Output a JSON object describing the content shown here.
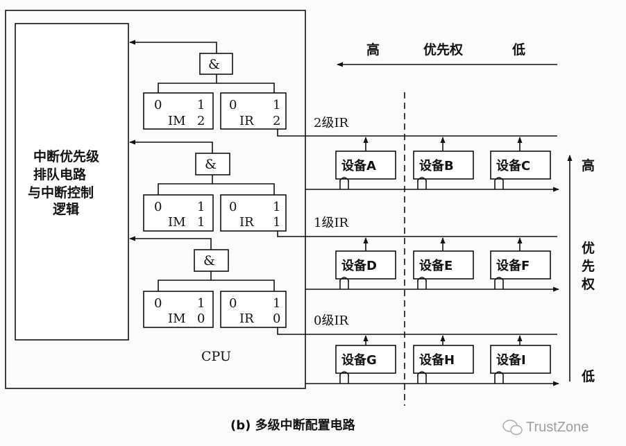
{
  "cpu": {
    "label": "CPU",
    "logic_lines": [
      "中断优先级",
      "排队电路",
      "与中断控制",
      "逻辑"
    ]
  },
  "gates": [
    {
      "symbol": "&",
      "im": {
        "zero": "0",
        "one": "1",
        "name": "IM",
        "level": "2"
      },
      "ir": {
        "zero": "0",
        "one": "1",
        "name": "IR",
        "level": "2"
      }
    },
    {
      "symbol": "&",
      "im": {
        "zero": "0",
        "one": "1",
        "name": "IM",
        "level": "1"
      },
      "ir": {
        "zero": "0",
        "one": "1",
        "name": "IR",
        "level": "1"
      }
    },
    {
      "symbol": "&",
      "im": {
        "zero": "0",
        "one": "1",
        "name": "IM",
        "level": "0"
      },
      "ir": {
        "zero": "0",
        "one": "1",
        "name": "IR",
        "level": "0"
      }
    }
  ],
  "ir_lines": [
    "2级IR",
    "1级IR",
    "0级IR"
  ],
  "devices": [
    [
      "设备A",
      "设备B",
      "设备C"
    ],
    [
      "设备D",
      "设备E",
      "设备F"
    ],
    [
      "设备G",
      "设备H",
      "设备I"
    ]
  ],
  "top_priority": {
    "high": "高",
    "label": "优先权",
    "low": "低"
  },
  "side_priority": {
    "high": "高",
    "label": [
      "优",
      "先",
      "权"
    ],
    "low": "低"
  },
  "caption": "(b) 多级中断配置电路",
  "watermark": "TrustZone"
}
